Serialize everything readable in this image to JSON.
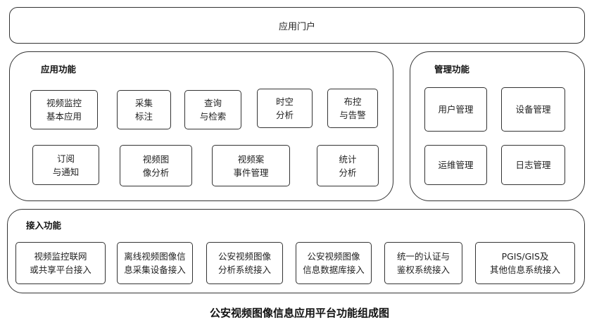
{
  "portal": {
    "label": "应用门户"
  },
  "app_functions": {
    "title": "应用功能",
    "items": [
      {
        "line1": "视频监控",
        "line2": "基本应用"
      },
      {
        "line1": "采集",
        "line2": "标注"
      },
      {
        "line1": "查询",
        "line2": "与检索"
      },
      {
        "line1": "时空",
        "line2": "分析"
      },
      {
        "line1": "布控",
        "line2": "与告警"
      },
      {
        "line1": "订阅",
        "line2": "与通知"
      },
      {
        "line1": "视频图",
        "line2": "像分析"
      },
      {
        "line1": "视频案",
        "line2": "事件管理"
      },
      {
        "line1": "统计",
        "line2": "分析"
      }
    ]
  },
  "mgmt_functions": {
    "title": "管理功能",
    "items": [
      {
        "line1": "用户管理"
      },
      {
        "line1": "设备管理"
      },
      {
        "line1": "运维管理"
      },
      {
        "line1": "日志管理"
      }
    ]
  },
  "access_functions": {
    "title": "接入功能",
    "items": [
      {
        "line1": "视频监控联网",
        "line2": "或共享平台接入"
      },
      {
        "line1": "离线视频图像信",
        "line2": "息采集设备接入"
      },
      {
        "line1": "公安视频图像",
        "line2": "分析系统接入"
      },
      {
        "line1": "公安视频图像",
        "line2": "信息数据库接入"
      },
      {
        "line1": "统一的认证与",
        "line2": "鉴权系统接入"
      },
      {
        "line1": "PGIS/GIS及",
        "line2": "其他信息系统接入"
      }
    ]
  },
  "caption": "公安视频图像信息应用平台功能组成图"
}
